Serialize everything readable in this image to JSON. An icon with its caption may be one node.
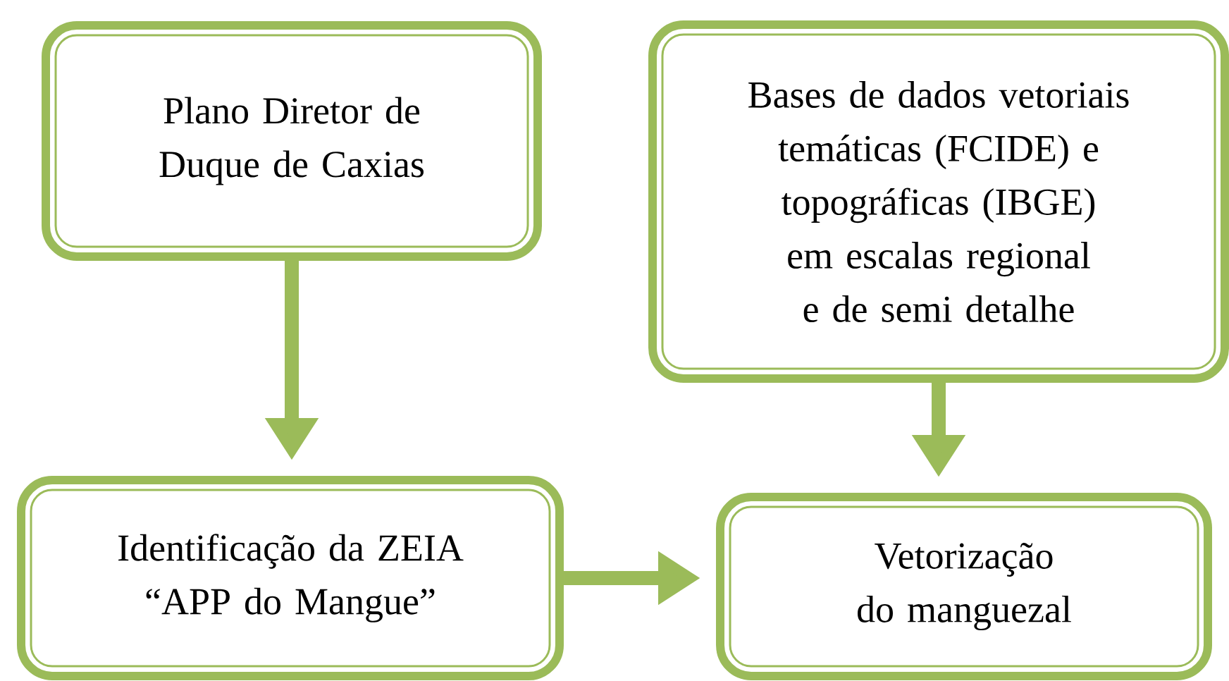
{
  "diagram": {
    "nodes": [
      {
        "text": [
          "Plano Diretor de Duque de Caxias"
        ]
      },
      {
        "text": [
          "Bases de dados vetoriais temáticas (FCIDE) e topográficas (IBGE) em escalas regional e de semi detalhe"
        ]
      },
      {
        "text": [
          "Identificação da ZEIA “APP do Mangue”"
        ]
      },
      {
        "text": [
          "Vetorização do manguezal"
        ]
      }
    ],
    "edges": [
      {
        "from": 0,
        "to": 2,
        "arrow": "to"
      },
      {
        "from": 1,
        "to": 3,
        "arrow": "to"
      },
      {
        "from": 2,
        "to": 3,
        "arrow": "to"
      }
    ]
  }
}
